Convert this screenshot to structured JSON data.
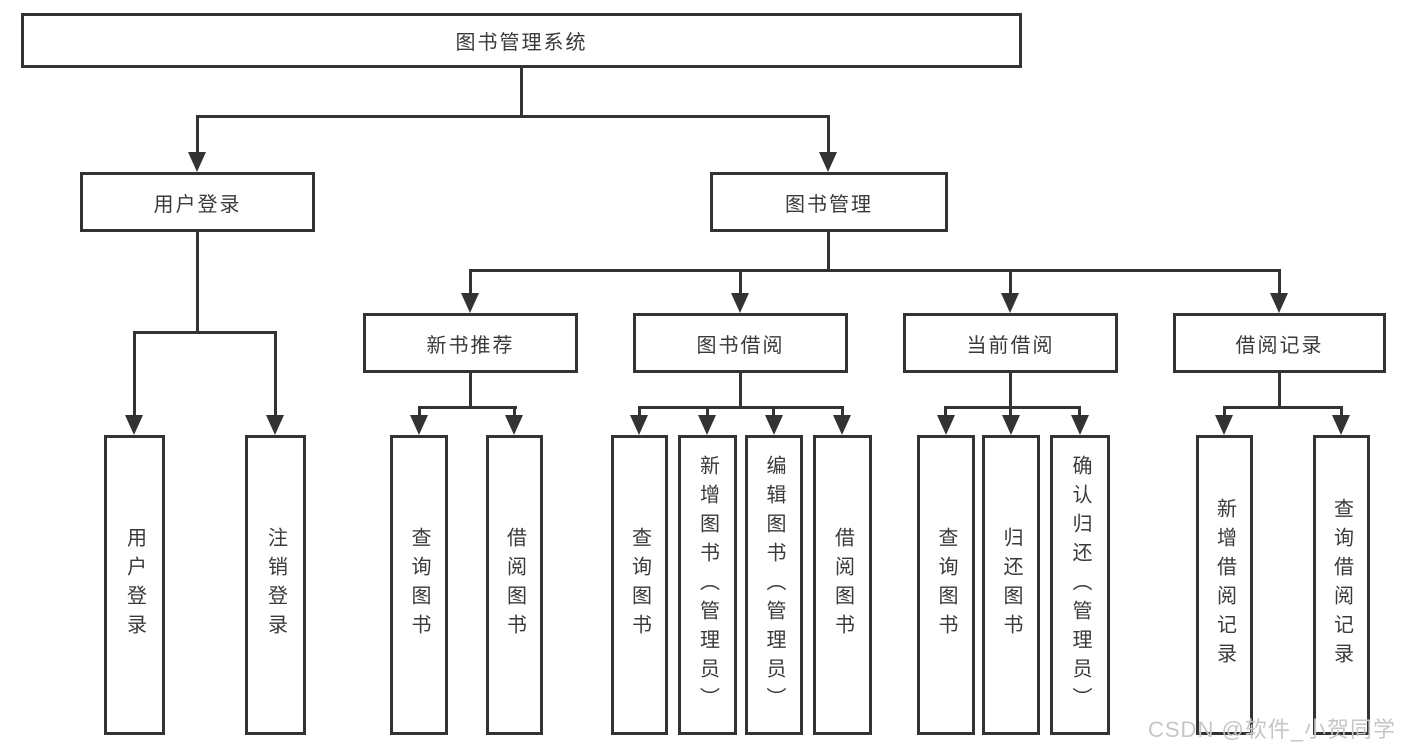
{
  "watermark": "CSDN @软件_小贺同学",
  "colors": {
    "line": "#333333",
    "text": "#3a3a3a",
    "box_fill": "#ffffff",
    "watermark_color": "#c6c6c6"
  },
  "tree": {
    "root": {
      "label": "图书管理系统"
    },
    "branches": [
      {
        "label": "用户登录",
        "leaves": [
          "用户登录",
          "注销登录"
        ]
      },
      {
        "label": "图书管理",
        "children": [
          {
            "label": "新书推荐",
            "leaves": [
              "查询图书",
              "借阅图书"
            ]
          },
          {
            "label": "图书借阅",
            "leaves": [
              "查询图书",
              "新增图书（管理员）",
              "编辑图书（管理员）",
              "借阅图书"
            ]
          },
          {
            "label": "当前借阅",
            "leaves": [
              "查询图书",
              "归还图书",
              "确认归还（管理员）"
            ]
          },
          {
            "label": "借阅记录",
            "leaves": [
              "新增借阅记录",
              "查询借阅记录"
            ]
          }
        ]
      }
    ]
  }
}
